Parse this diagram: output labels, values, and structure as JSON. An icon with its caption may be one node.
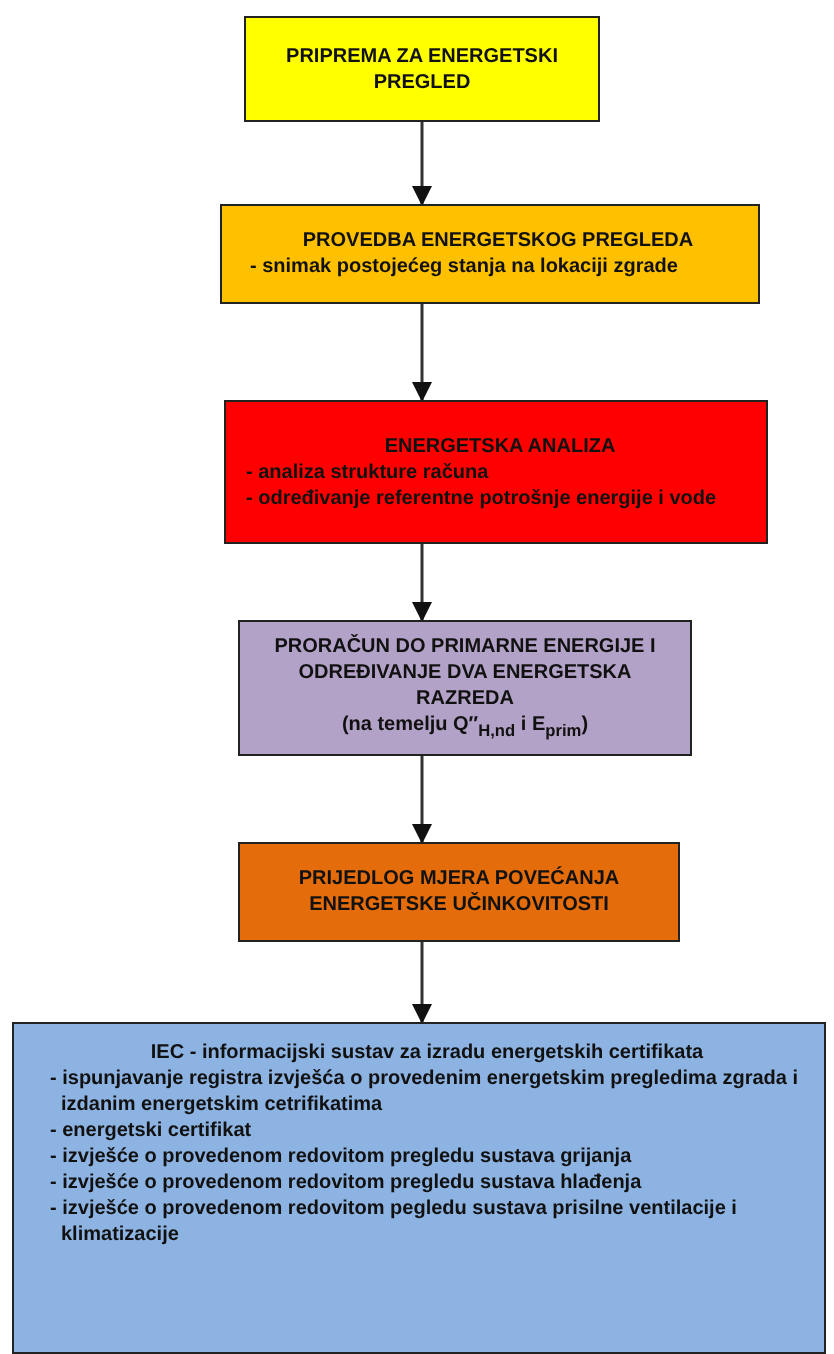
{
  "diagram": {
    "nodes": [
      {
        "text": [
          "PRIPREMA ZA ENERGETSKI PREGLED"
        ]
      },
      {
        "text": [
          "PROVEDBA ENERGETSKOG PREGLEDA",
          "- snimak postojećeg stanja na lokaciji zgrade"
        ]
      },
      {
        "text": [
          "ENERGETSKA  ANALIZA",
          "- analiza strukture računa",
          "- određivanje referentne potrošnje energije i vode"
        ]
      },
      {
        "text": [
          "PRORAČUN DO PRIMARNE ENERGIJE I ODREĐIVANJE DVA ENERGETSKA RAZREDA",
          "(na temelju Q″$_{H,nd}$ i E$_{prim}$)"
        ]
      },
      {
        "text": [
          "PRIJEDLOG MJERA POVEĆANJA ENERGETSKE UČINKOVITOSTI"
        ]
      },
      {
        "text": [
          "IEC - informacijski sustav za izradu energetskih certifikata",
          "- ispunjavanje registra izvješća o provedenim energetskim pregledima zgrada i izdanim energetskim cetrifikatima",
          "- energetski certifikat",
          "- izvješće o provedenom redovitom pregledu sustava grijanja",
          "- izvješće o provedenom redovitom pregledu sustava hlađenja",
          "- izvješće o provedenom redovitom pegledu sustava prisilne ventilacije i klimatizacije"
        ]
      }
    ],
    "edges": [
      {
        "from": 0,
        "to": 1,
        "arrow": "to"
      },
      {
        "from": 1,
        "to": 2,
        "arrow": "to"
      },
      {
        "from": 2,
        "to": 3,
        "arrow": "to"
      },
      {
        "from": 3,
        "to": 4,
        "arrow": "to"
      },
      {
        "from": 4,
        "to": 5,
        "arrow": "to"
      }
    ]
  }
}
